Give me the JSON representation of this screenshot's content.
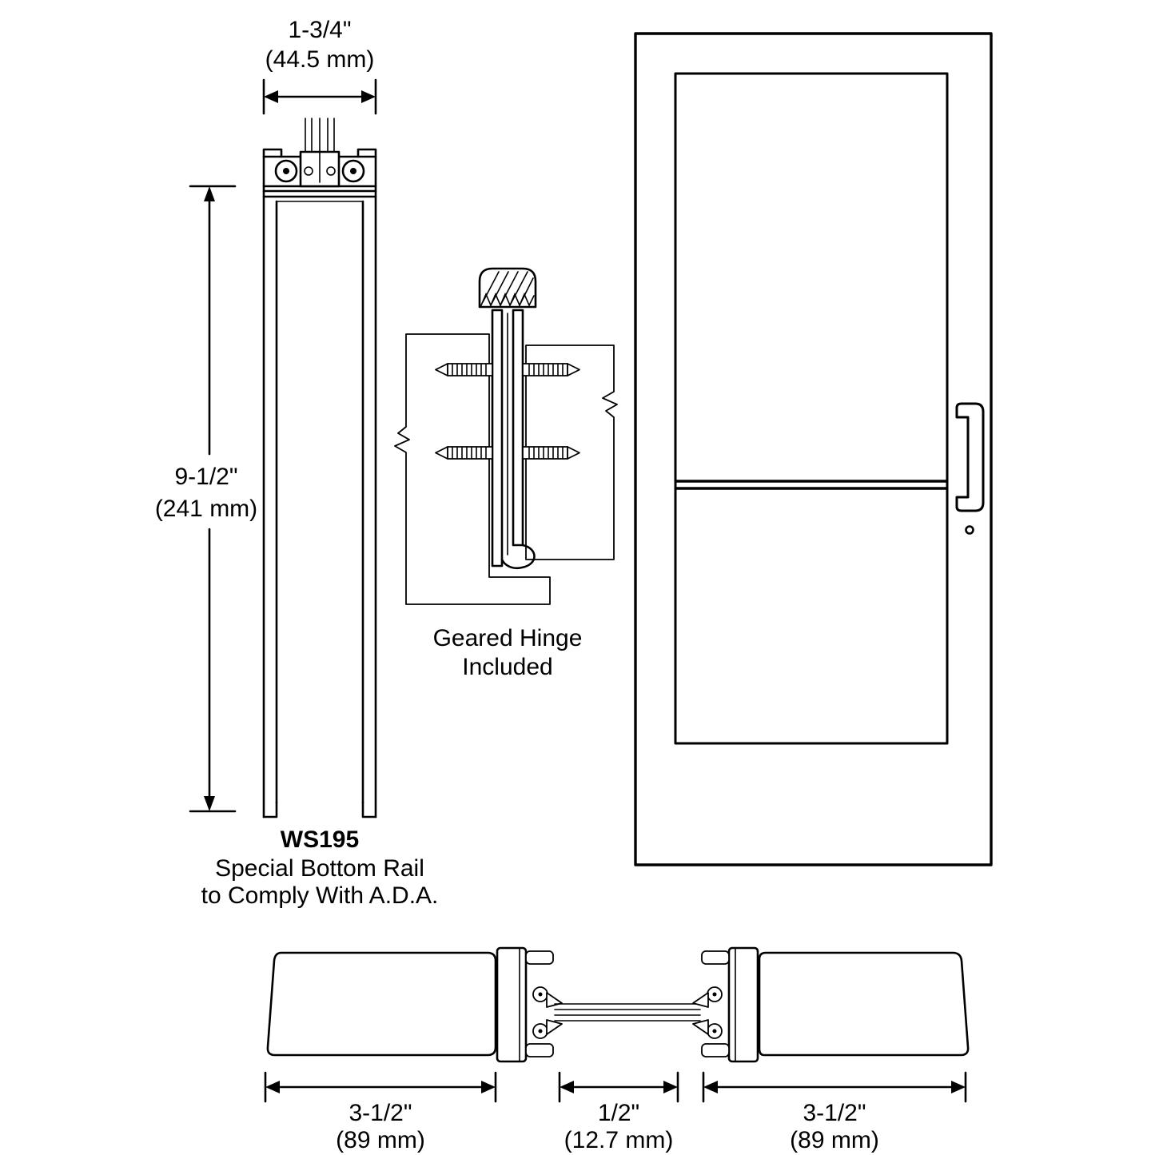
{
  "labels": {
    "top_dim_line1": "1-3/4\"",
    "top_dim_line2": "(44.5 mm)",
    "left_dim_line1": "9-1/2\"",
    "left_dim_line2": "(241 mm)",
    "rail_code": "WS195",
    "rail_desc_line1": "Special Bottom Rail",
    "rail_desc_line2": "to Comply With A.D.A.",
    "hinge_line1": "Geared Hinge",
    "hinge_line2": "Included",
    "bottom_left_dim_line1": "3-1/2\"",
    "bottom_left_dim_line2": "(89 mm)",
    "bottom_center_dim_line1": "1/2\"",
    "bottom_center_dim_line2": "(12.7 mm)",
    "bottom_right_dim_line1": "3-1/2\"",
    "bottom_right_dim_line2": "(89 mm)"
  },
  "colors": {
    "door_fill": "#b3b6b8",
    "line": "#000000",
    "background": "#ffffff"
  }
}
